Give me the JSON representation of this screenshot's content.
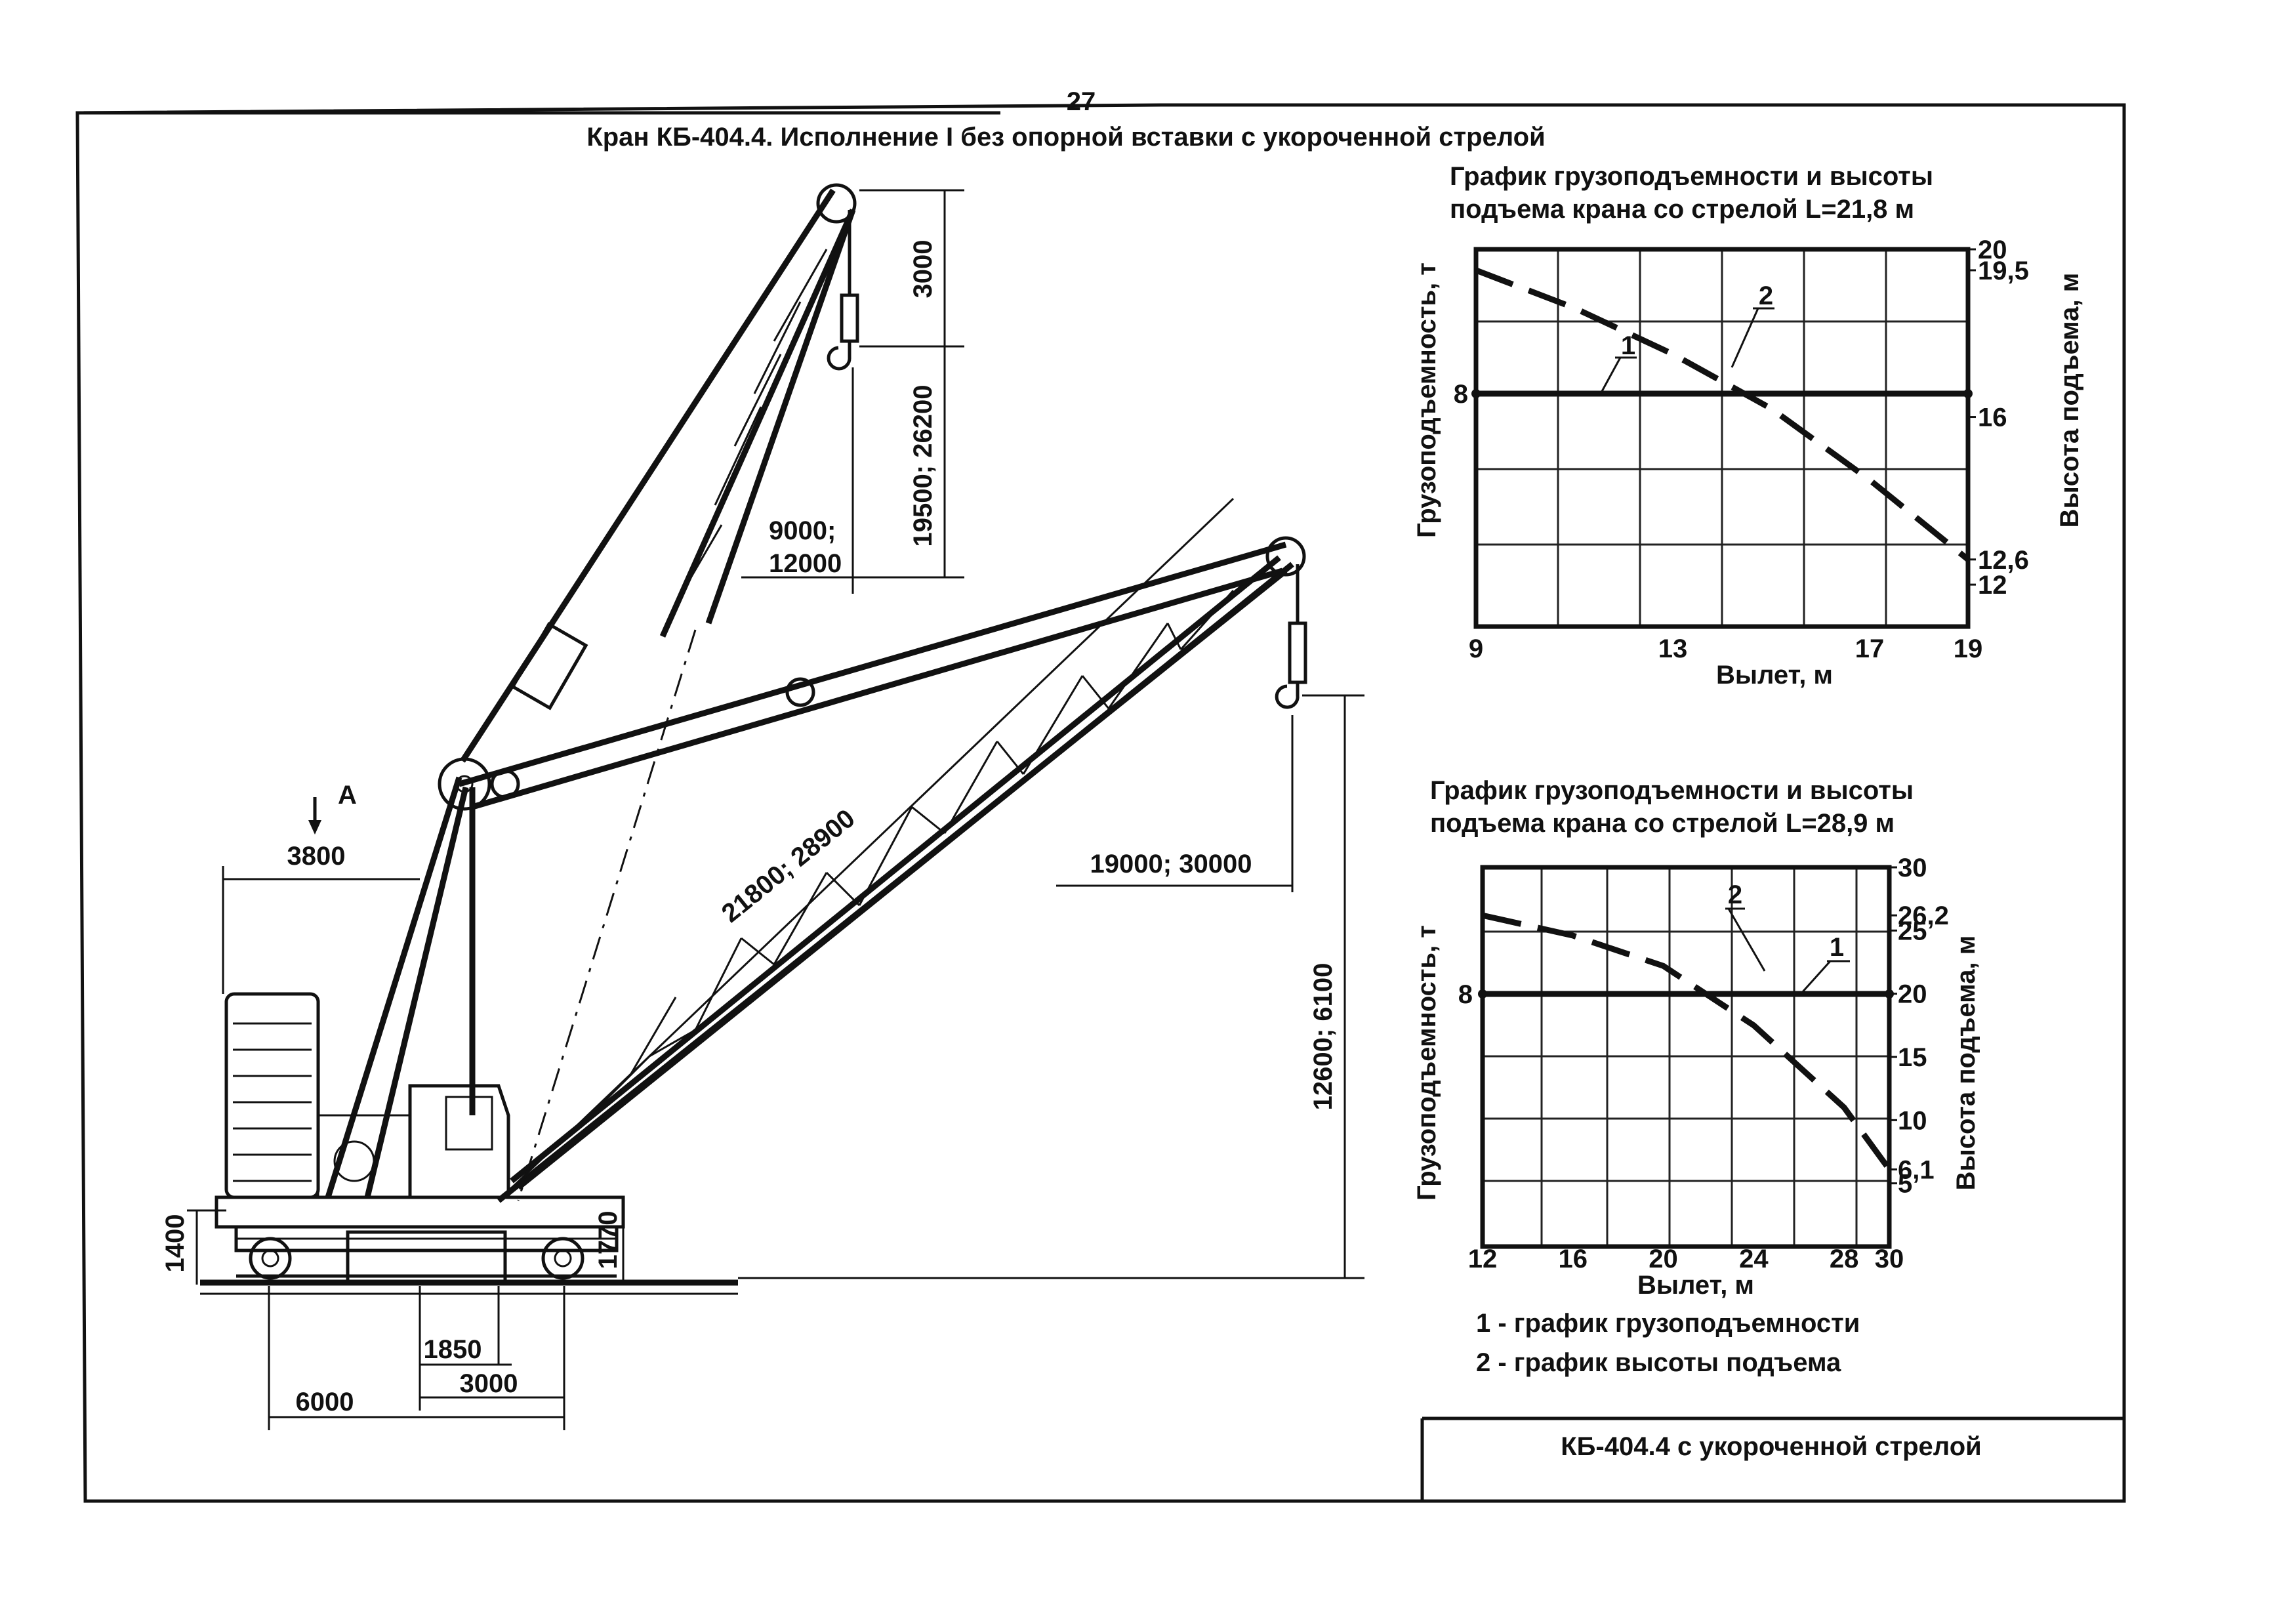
{
  "page": {
    "number": "27",
    "title": "Кран КБ-404.4. Исполнение I без опорной вставки с укороченной стрелой",
    "stamp": "КБ-404.4 с укороченной стрелой"
  },
  "drawing": {
    "view_label": "А",
    "dims": {
      "d3800": "3800",
      "d3000_top": "3000",
      "d19500_26200": "19500; 26200",
      "d9000": "9000;",
      "d12000": "12000",
      "d21800_28900": "21800; 28900",
      "d19000_30000": "19000; 30000",
      "d12600_6100": "12600; 6100",
      "d1400": "1400",
      "d1770": "1770",
      "d1850": "1850",
      "d3000_bottom": "3000",
      "d6000": "6000"
    }
  },
  "legend": {
    "item1": "1 - график грузоподъемности",
    "item2": "2 - график высоты подъема"
  },
  "chart_data": [
    {
      "type": "line",
      "title": "График грузоподъемности и высоты подъема крана со стрелой L=21,8 м",
      "title_line1": "График грузоподъемности и высоты",
      "title_line2": "подъема крана со стрелой L=21,8 м",
      "xlabel": "Вылет,  м",
      "ylabel_left": "Грузоподъемность, т",
      "ylabel_right": "Высота подъема, м",
      "x_ticks": [
        "9",
        "13",
        "17",
        "19"
      ],
      "y_left_ticks": [
        "8"
      ],
      "y_right_ticks": [
        "20",
        "19,5",
        "16",
        "12,6",
        "12"
      ],
      "xlim": [
        9,
        19
      ],
      "ylim_right": [
        11,
        20
      ],
      "series": [
        {
          "name": "1",
          "axis": "left",
          "x": [
            9,
            19
          ],
          "y": [
            8,
            8
          ]
        },
        {
          "name": "2",
          "axis": "right",
          "x": [
            9,
            11,
            13,
            15,
            17,
            19
          ],
          "y": [
            19.5,
            18.6,
            17.5,
            16.2,
            14.5,
            12.6
          ]
        }
      ]
    },
    {
      "type": "line",
      "title": "График грузоподъемности и высоты подъема крана со стрелой L=28,9 м",
      "title_line1": "График грузоподъемности и высоты",
      "title_line2": "подъема крана со стрелой L=28,9 м",
      "xlabel": "Вылет,  м",
      "ylabel_left": "Грузоподъемность, т",
      "ylabel_right": "Высота подъема, м",
      "x_ticks": [
        "12",
        "16",
        "20",
        "24",
        "28",
        "30"
      ],
      "y_left_ticks": [
        "8"
      ],
      "y_right_ticks": [
        "30",
        "26,2",
        "25",
        "20",
        "15",
        "10",
        "6,1",
        "5"
      ],
      "xlim": [
        12,
        30
      ],
      "ylim_right": [
        0,
        30
      ],
      "series": [
        {
          "name": "1",
          "axis": "left",
          "x": [
            12,
            30
          ],
          "y": [
            8,
            8
          ]
        },
        {
          "name": "2",
          "axis": "right",
          "x": [
            12,
            16,
            20,
            24,
            28,
            30
          ],
          "y": [
            26.2,
            24.6,
            22.2,
            17.5,
            11.0,
            6.1
          ]
        }
      ]
    }
  ]
}
